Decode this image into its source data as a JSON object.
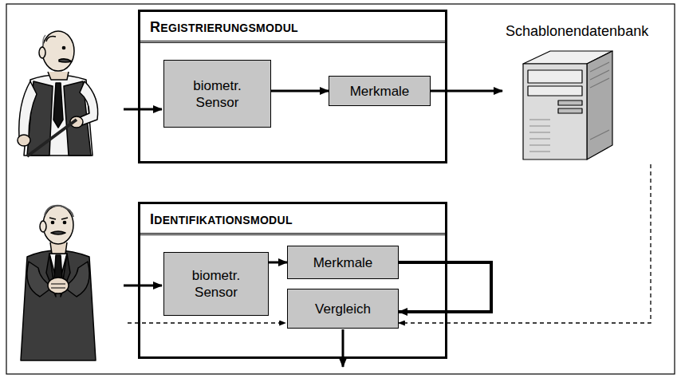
{
  "diagram": {
    "nodes": [
      {
        "text": [
          "REGISTRIERUNGSMODUL"
        ]
      },
      {
        "text": [
          "biometr. Sensor"
        ],
        "in": 0
      },
      {
        "text": [
          "Merkmale"
        ],
        "in": 0
      },
      {
        "text": [
          "Schablonendatenbank"
        ]
      },
      {
        "text": [
          "IDENTIFIKATIONSMODUL"
        ]
      },
      {
        "text": [
          "biometr. Sensor"
        ],
        "in": 4
      },
      {
        "text": [
          "Merkmale"
        ],
        "in": 4
      },
      {
        "text": [
          "Vergleich"
        ],
        "in": 4
      }
    ],
    "edges": [
      {
        "from": 1,
        "to": 2,
        "arrow": "to"
      },
      {
        "from": 2,
        "to": 3,
        "arrow": "to"
      },
      {
        "from": 5,
        "to": 6,
        "arrow": "to"
      },
      {
        "from": 6,
        "to": 7,
        "arrow": "to"
      },
      {
        "from": 3,
        "to": 7,
        "arrow": "to"
      }
    ]
  }
}
